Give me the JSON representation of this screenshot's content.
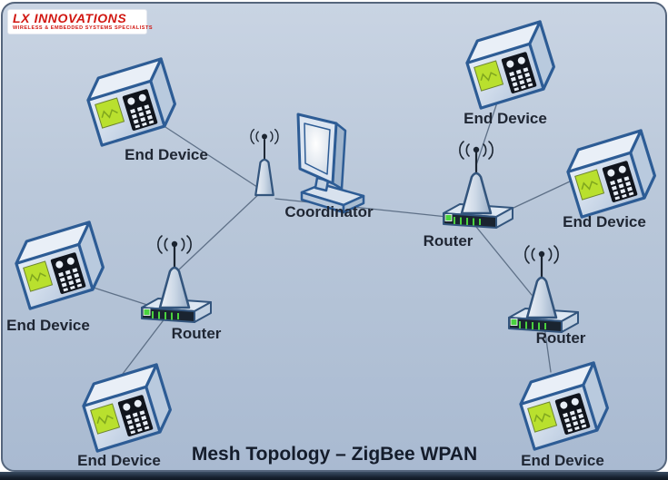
{
  "title": "Mesh Topology – ZigBee WPAN",
  "logo": {
    "brand": "LX INNOVATIONS",
    "tagline": "WIRELESS & EMBEDDED SYSTEMS SPECIALISTS"
  },
  "nodes": [
    {
      "id": "coordinator",
      "type": "coordinator",
      "label": "Coordinator"
    },
    {
      "id": "router-left",
      "type": "router",
      "label": "Router"
    },
    {
      "id": "router-right",
      "type": "router",
      "label": "Router"
    },
    {
      "id": "router-bottom-right",
      "type": "router",
      "label": "Router"
    },
    {
      "id": "end-device-top-left",
      "type": "end-device",
      "label": "End Device"
    },
    {
      "id": "end-device-top-right",
      "type": "end-device",
      "label": "End Device"
    },
    {
      "id": "end-device-right",
      "type": "end-device",
      "label": "End Device"
    },
    {
      "id": "end-device-middle-left",
      "type": "end-device",
      "label": "End Device"
    },
    {
      "id": "end-device-bottom-left",
      "type": "end-device",
      "label": "End Device"
    },
    {
      "id": "end-device-bottom-right",
      "type": "end-device",
      "label": "End Device"
    }
  ],
  "connections": [
    {
      "from": "end-device-top-left",
      "to": "coordinator"
    },
    {
      "from": "coordinator",
      "to": "router-left"
    },
    {
      "from": "coordinator",
      "to": "router-right"
    },
    {
      "from": "end-device-top-right",
      "to": "router-right"
    },
    {
      "from": "end-device-right",
      "to": "router-right"
    },
    {
      "from": "router-right",
      "to": "router-bottom-right"
    },
    {
      "from": "router-bottom-right",
      "to": "end-device-bottom-right"
    },
    {
      "from": "end-device-middle-left",
      "to": "router-left"
    },
    {
      "from": "router-left",
      "to": "end-device-bottom-left"
    }
  ],
  "colors": {
    "background_top": "#c9d4e3",
    "background_bottom": "#a9bad1",
    "slide_border": "#55657c",
    "bottom_bar": "#16202e",
    "device_outline": "#2d5c95",
    "device_body": "#d5e0ee",
    "screen_green": "#b9e02e",
    "led_green": "#4ad23e",
    "connection_line": "#5e7087",
    "label_text": "#1f2633",
    "logo_red": "#d11610",
    "logo_background": "#ffffff"
  }
}
